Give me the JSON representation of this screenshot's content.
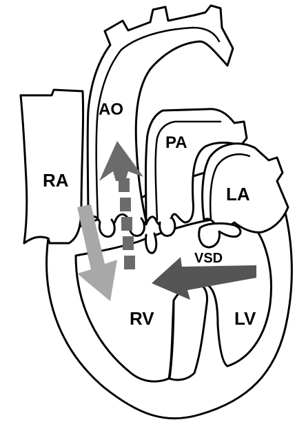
{
  "labels": {
    "ao": "AO",
    "pa": "PA",
    "ra": "RA",
    "la": "LA",
    "rv": "RV",
    "lv": "LV",
    "vsd": "VSD"
  },
  "colors": {
    "background": "#ffffff",
    "outline": "#000000",
    "vsd_arrow": "#555555",
    "upward_dashed_arrow": "#6b6b6b",
    "downward_arrow": "#a8a8a8"
  }
}
